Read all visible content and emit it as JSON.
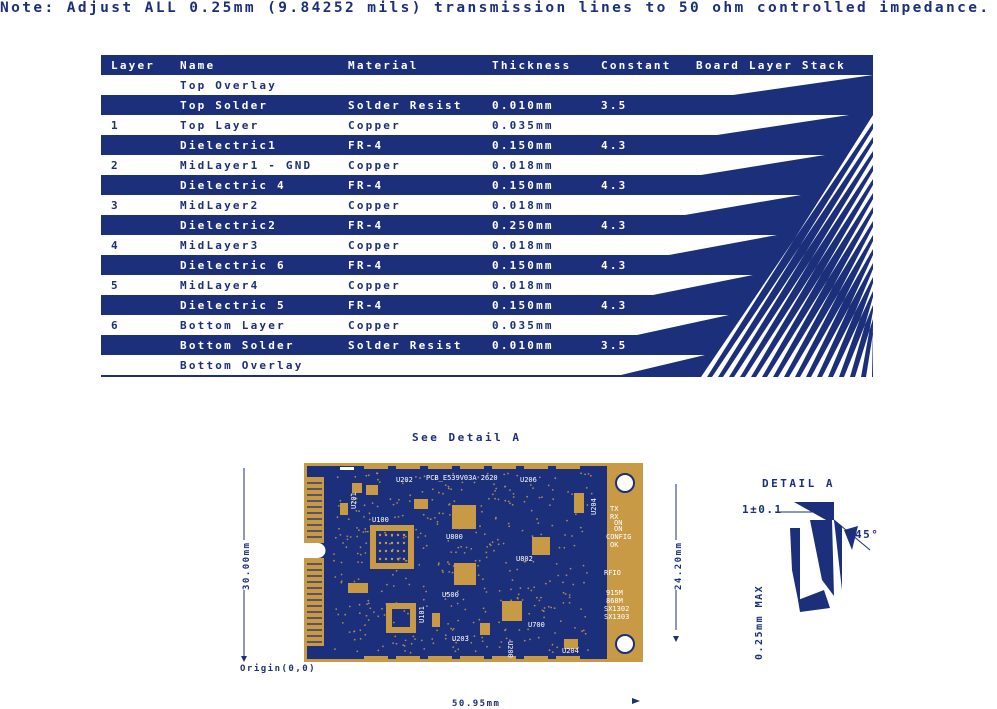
{
  "note": "Note: Adjust ALL 0.25mm (9.84252 mils) transmission lines to 50 ohm controlled impedance.",
  "stackup": {
    "headers": {
      "layer": "Layer",
      "name": "Name",
      "material": "Material",
      "thickness": "Thickness",
      "constant": "Constant",
      "board_layer_stack": "Board Layer Stack"
    },
    "rows": [
      {
        "layer": "",
        "name": "Top Overlay",
        "material": "",
        "thickness": "",
        "constant": ""
      },
      {
        "layer": "",
        "name": "Top Solder",
        "material": "Solder Resist",
        "thickness": "0.010mm",
        "constant": "3.5"
      },
      {
        "layer": "1",
        "name": "Top Layer",
        "material": "Copper",
        "thickness": "0.035mm",
        "constant": ""
      },
      {
        "layer": "",
        "name": "Dielectric1",
        "material": "FR-4",
        "thickness": "0.150mm",
        "constant": "4.3"
      },
      {
        "layer": "2",
        "name": "MidLayer1 - GND",
        "material": "Copper",
        "thickness": "0.018mm",
        "constant": ""
      },
      {
        "layer": "",
        "name": "Dielectric 4",
        "material": "FR-4",
        "thickness": "0.150mm",
        "constant": "4.3"
      },
      {
        "layer": "3",
        "name": "MidLayer2",
        "material": "Copper",
        "thickness": "0.018mm",
        "constant": ""
      },
      {
        "layer": "",
        "name": "Dielectric2",
        "material": "FR-4",
        "thickness": "0.250mm",
        "constant": "4.3"
      },
      {
        "layer": "4",
        "name": "MidLayer3",
        "material": "Copper",
        "thickness": "0.018mm",
        "constant": ""
      },
      {
        "layer": "",
        "name": "Dielectric 6",
        "material": "FR-4",
        "thickness": "0.150mm",
        "constant": "4.3"
      },
      {
        "layer": "5",
        "name": "MidLayer4",
        "material": "Copper",
        "thickness": "0.018mm",
        "constant": ""
      },
      {
        "layer": "",
        "name": "Dielectric 5",
        "material": "FR-4",
        "thickness": "0.150mm",
        "constant": "4.3"
      },
      {
        "layer": "6",
        "name": "Bottom Layer",
        "material": "Copper",
        "thickness": "0.035mm",
        "constant": ""
      },
      {
        "layer": "",
        "name": "Bottom Solder",
        "material": "Solder Resist",
        "thickness": "0.010mm",
        "constant": "3.5"
      },
      {
        "layer": "",
        "name": "Bottom Overlay",
        "material": "",
        "thickness": "",
        "constant": ""
      }
    ]
  },
  "board": {
    "see_detail": "See Detail A",
    "pcb_label": "PCB_E539V03A 2620",
    "height_label": "30.00mm",
    "inner_height_label": "24.20mm",
    "width_label": "50.95mm",
    "origin_label": "Origin(0,0)",
    "components": [
      "U202",
      "U201",
      "U206",
      "U204",
      "U100",
      "U800",
      "U802",
      "U500",
      "U700",
      "U203",
      "U101",
      "U200",
      "U204"
    ],
    "side_labels": [
      "TX",
      "RX",
      "ON",
      "ON",
      "CONFIG",
      "OK",
      "RFIO",
      "915M",
      "868M",
      "SX1302",
      "SX1303"
    ]
  },
  "detail": {
    "title": "DETAIL A",
    "tolerance": "1±0.1",
    "angle": "45°",
    "depth": "0.25mm MAX"
  },
  "colors": {
    "navy": "#1b2f7a",
    "gold": "#c99a45",
    "white": "#ffffff"
  }
}
